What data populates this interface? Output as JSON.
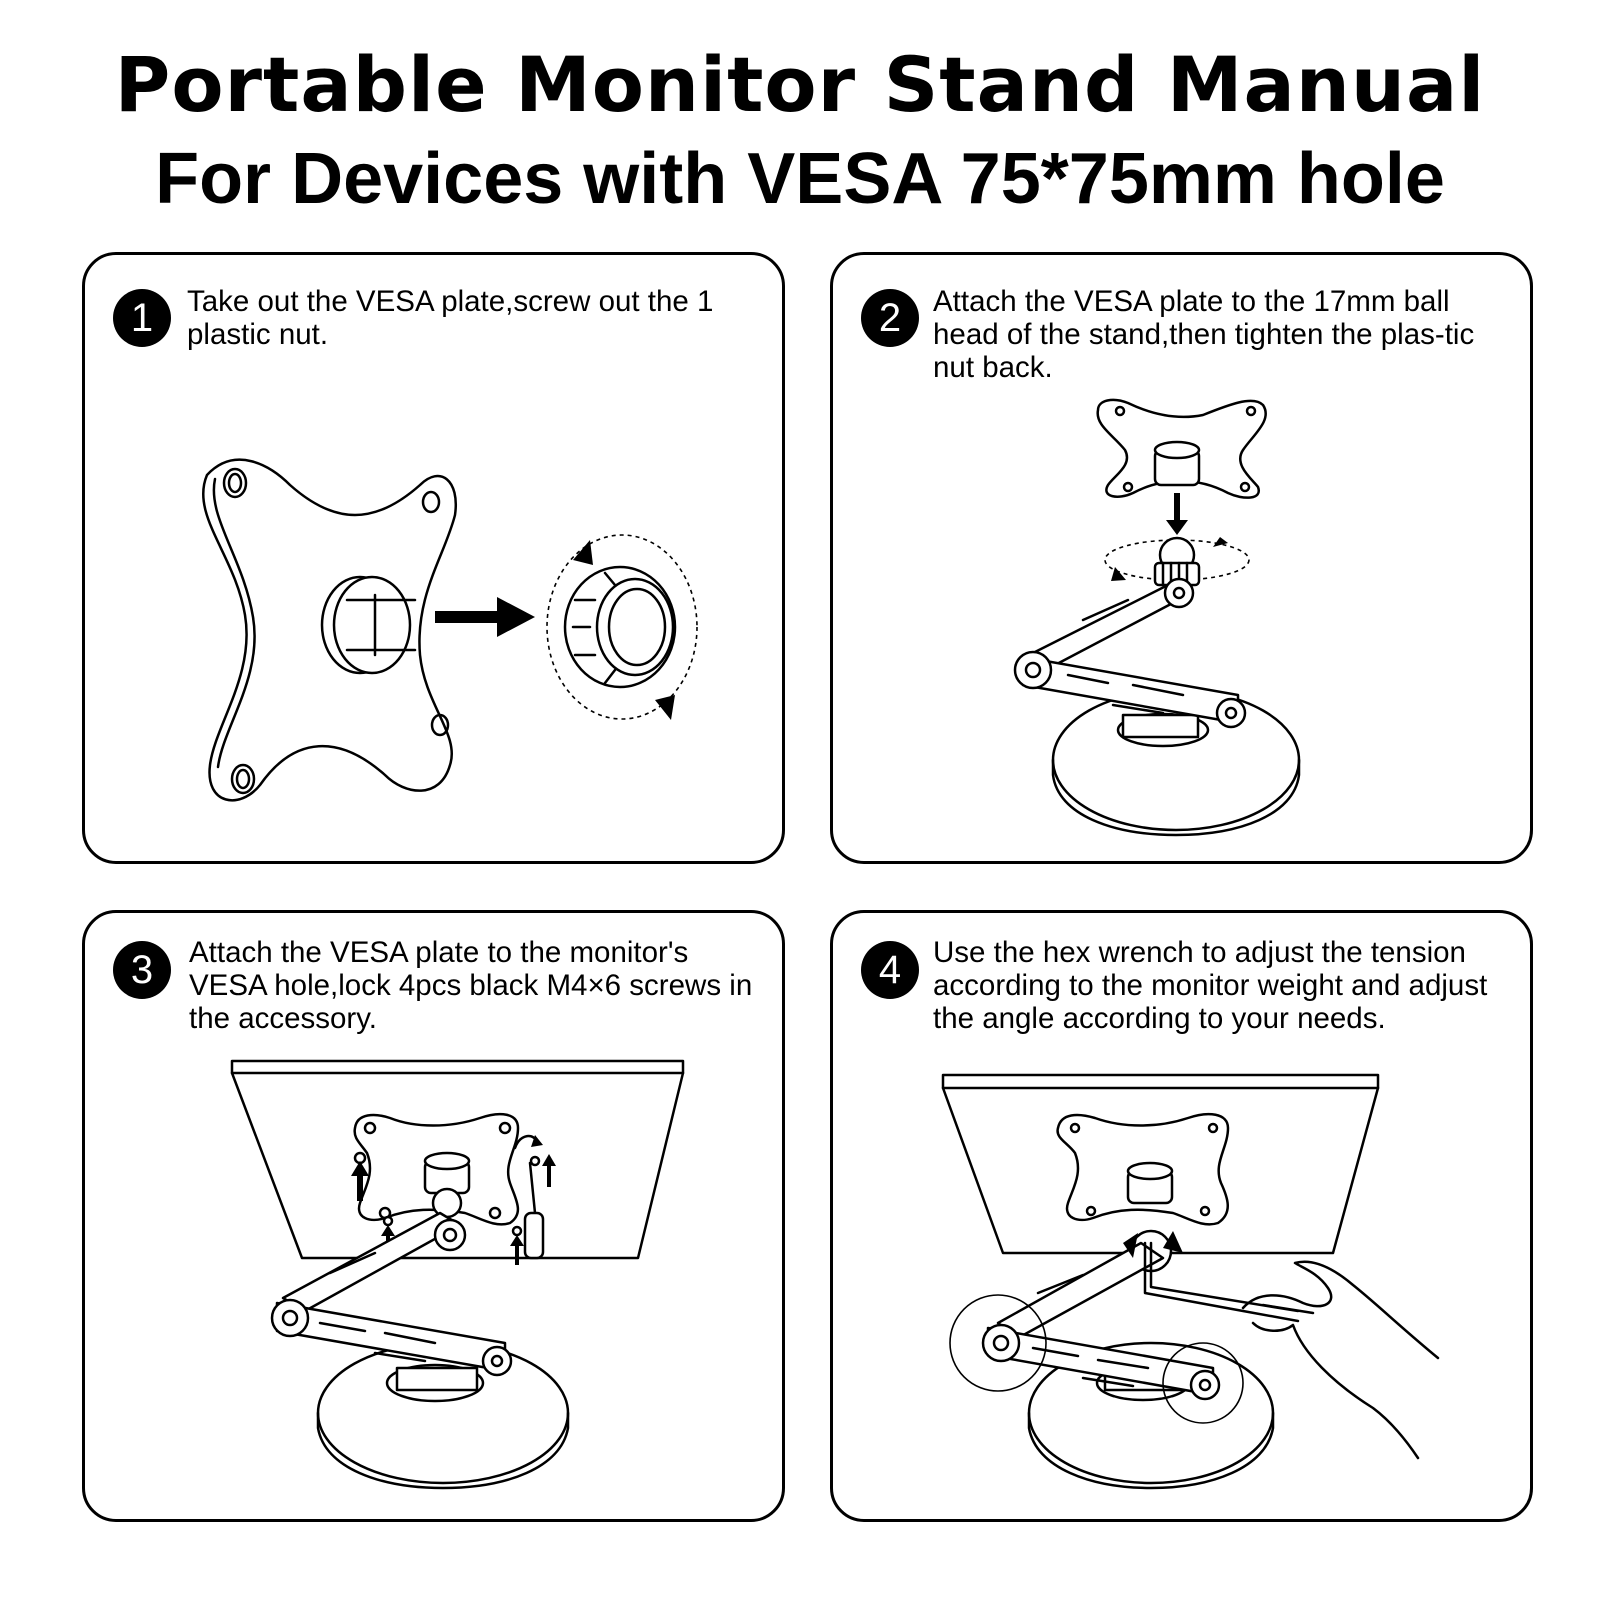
{
  "header": {
    "title": "Portable Monitor Stand Manual",
    "subtitle": "For Devices with VESA 75*75mm hole"
  },
  "steps": [
    {
      "number": "1",
      "text": "Take out the VESA plate,screw out the 1 plastic nut."
    },
    {
      "number": "2",
      "text": "Attach the VESA plate to the 17mm ball head of the stand,then tighten the plas-tic nut back."
    },
    {
      "number": "3",
      "text": "Attach the VESA plate to the monitor's VESA hole,lock 4pcs black M4×6 screws in the accessory."
    },
    {
      "number": "4",
      "text": "Use the hex wrench to adjust the tension according to the monitor weight and adjust the angle according to your needs."
    }
  ],
  "illustrations": {
    "step1": [
      "vesa-plate-icon",
      "plastic-nut-icon",
      "arrow-right-icon",
      "rotate-arrows-icon"
    ],
    "step2": [
      "vesa-plate-icon",
      "arrow-down-icon",
      "ball-head-icon",
      "stand-arm-icon",
      "stand-base-icon"
    ],
    "step3": [
      "monitor-back-icon",
      "screw-icon",
      "screwdriver-icon",
      "stand-arm-icon",
      "stand-base-icon"
    ],
    "step4": [
      "monitor-back-icon",
      "hex-wrench-icon",
      "hand-icon",
      "stand-arm-icon",
      "stand-base-icon"
    ]
  },
  "colors": {
    "ink": "#000000",
    "background": "#ffffff"
  }
}
